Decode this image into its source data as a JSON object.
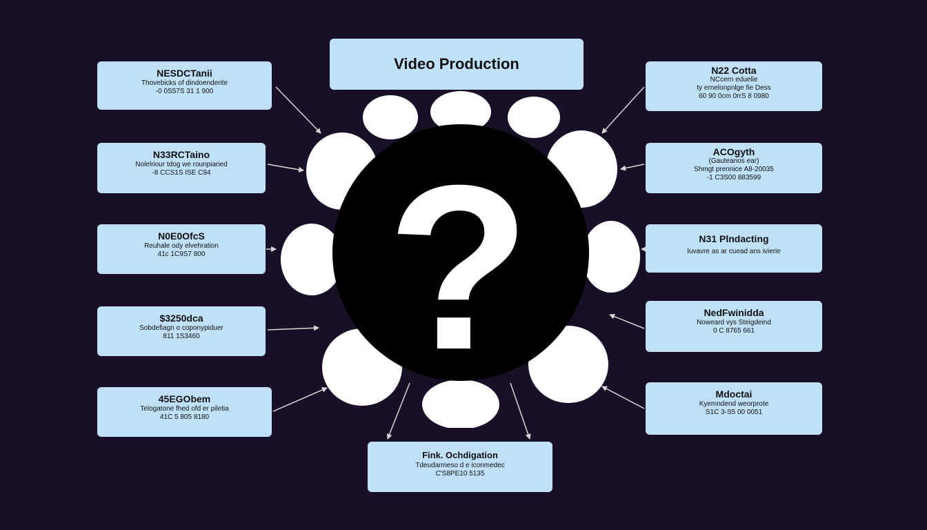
{
  "title": "Video Production",
  "center": {
    "icon": "question-mark-icon",
    "symbol": "?"
  },
  "colors": {
    "background": "#190f27",
    "card": "#bfe0f7",
    "center": "#000000",
    "petals": "#ffffff",
    "arrow": "#d8d8d8"
  },
  "left_cards": [
    {
      "title": "NESDCTanii",
      "lines": [
        "Thovebicks of dindoenderite",
        "-0 0S57S 31 1 900"
      ]
    },
    {
      "title": "N33RCTaino",
      "lines": [
        "Nolelriour tdog we rounpiaried",
        "-8 CCS1S ISE C94"
      ]
    },
    {
      "title": "N0E0OfcS",
      "lines": [
        "Reuhale ody elvehration",
        "41c 1C9S7 800"
      ]
    },
    {
      "title": "$3250dca",
      "lines": [
        "Sobdefiagn o coponypiduer",
        "811 1S3460"
      ]
    },
    {
      "title": "45EGObem",
      "lines": [
        "Telogatone fhed ofd er piletia",
        "41C 5 805 8180"
      ]
    }
  ],
  "right_cards": [
    {
      "title": "N22 Cotta",
      "lines": [
        "NCcern eduelie",
        "ty ernelonpnlge fie Dess",
        "60 90 0cm 0rrS 8 0980"
      ]
    },
    {
      "title": "ACOgyth",
      "lines": [
        "(Gauteanos ear)",
        "Shmgt prennice A8-20035",
        "-1 C3S00 883599"
      ]
    },
    {
      "title": "N31 Plndacting",
      "lines": [
        "Iuvavre as ar cuead ans ivierie"
      ]
    },
    {
      "title": "NedFwinidda",
      "lines": [
        "Noweard vys Steigdeind",
        "0 C 8765 661"
      ]
    },
    {
      "title": "Mdoctai",
      "lines": [
        "Kyemndend weorprote",
        "S1C 3-S5 00 0051"
      ]
    }
  ],
  "bottom_card": {
    "title": "Fink. Ochdigation",
    "lines": [
      "Tdeudarmeso d e iconmedec",
      "C'S8PE10 5135"
    ]
  }
}
